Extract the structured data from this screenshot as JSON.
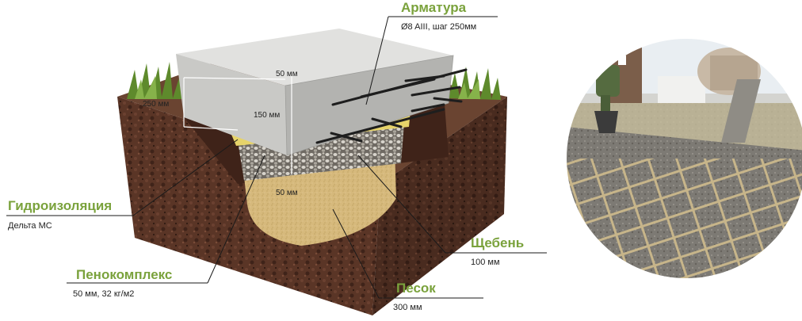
{
  "colors": {
    "accent": "#7aa23c",
    "soil": "#5a3526",
    "soil_dark": "#3f2319",
    "concrete": "#d9d9d9",
    "sand": "#d9bd83",
    "gravel": "#8b8378",
    "grass": "#5e8a2c"
  },
  "labels": {
    "armatura": {
      "title": "Арматура",
      "sub": "Ø8 AIII, шаг 250мм"
    },
    "gidroizolyatsiya": {
      "title": "Гидроизоляция",
      "sub": "Дельта МС"
    },
    "penokompleks": {
      "title": "Пенокомплекс",
      "sub": "50 мм, 32 кг/м2"
    },
    "shcheben": {
      "title": "Щебень",
      "sub": "100 мм"
    },
    "pesok": {
      "title": "Песок",
      "sub": "300 мм"
    }
  },
  "dimensions": {
    "top": "50 мм",
    "slab": "150 мм",
    "total": "250 мм",
    "bottom": "50 мм"
  },
  "photo": {
    "icons": [
      "worker-icon",
      "mixer-truck-icon",
      "concrete-chute-icon",
      "rebar-mesh-icon"
    ]
  }
}
